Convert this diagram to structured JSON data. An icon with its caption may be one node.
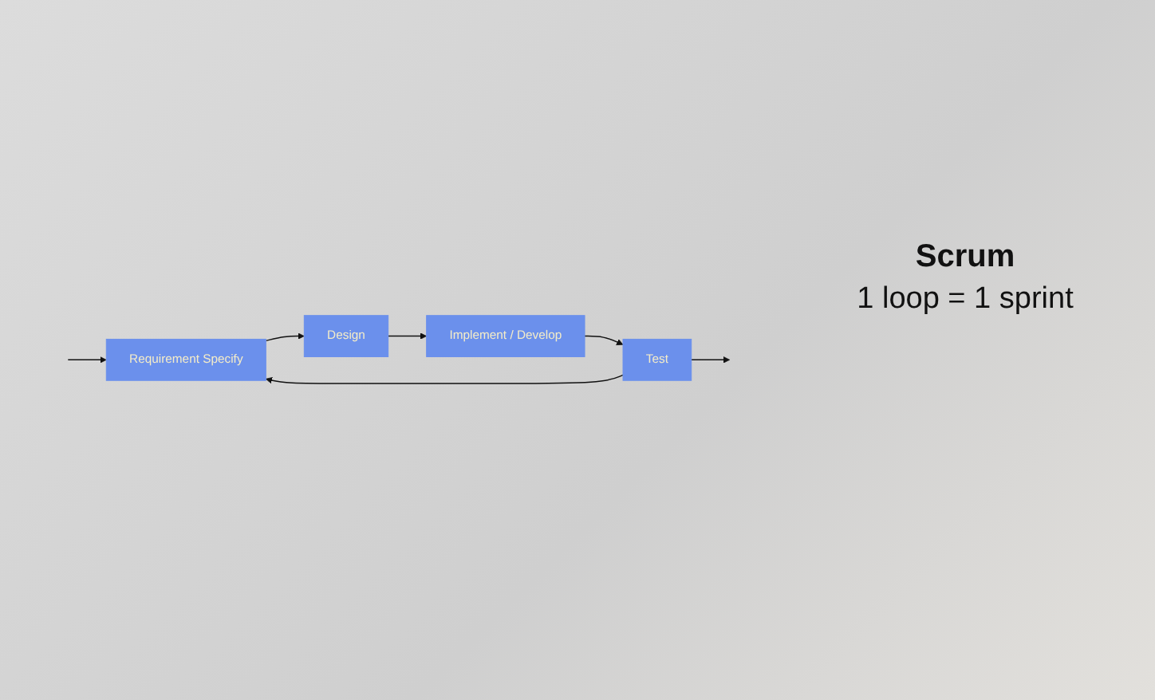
{
  "diagram": {
    "nodes": [
      {
        "text": [
          "Requirement Specify"
        ]
      },
      {
        "text": [
          "Design"
        ]
      },
      {
        "text": [
          "Implement / Develop"
        ]
      },
      {
        "text": [
          "Test"
        ]
      }
    ],
    "edges": [
      {
        "from": null,
        "to": 0,
        "arrow": "to"
      },
      {
        "from": 0,
        "to": 1,
        "arrow": "to"
      },
      {
        "from": 1,
        "to": 2,
        "arrow": "to"
      },
      {
        "from": 2,
        "to": 3,
        "arrow": "to"
      },
      {
        "from": 3,
        "to": 0,
        "arrow": "to"
      },
      {
        "from": 3,
        "to": null,
        "arrow": "to"
      }
    ],
    "labels": [
      "Scrum",
      "1 loop = 1 sprint"
    ]
  }
}
